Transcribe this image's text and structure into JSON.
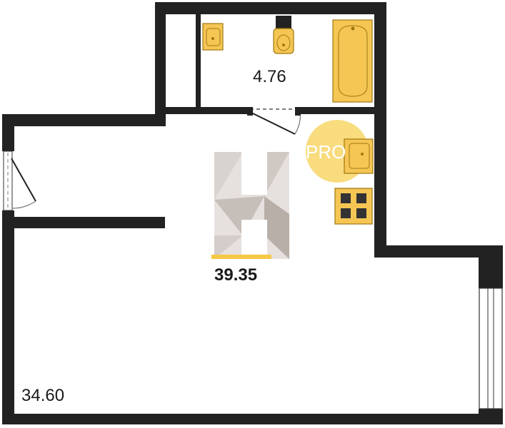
{
  "floorplan": {
    "bathroom_area": "4.76",
    "total_area": "39.35",
    "room_area": "34.60",
    "badge": "PRO",
    "colors": {
      "wall": "#222222",
      "fixture_fill": "#f5c654",
      "fixture_stroke": "#a07810",
      "badge": "#f7d667",
      "logo_light": "#e6e1de",
      "logo_mid": "#cfc8c3",
      "logo_dark": "#b8afa9",
      "logo_bar": "#f7c843"
    },
    "fixtures": [
      "bathroom-sink",
      "toilet",
      "bathtub",
      "kitchen-sink",
      "stove"
    ]
  }
}
